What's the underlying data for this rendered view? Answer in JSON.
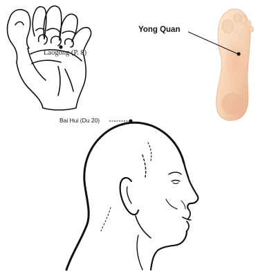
{
  "figure": {
    "panels": [
      {
        "id": "palm",
        "label": "Laogong (P. 8)"
      },
      {
        "id": "sole",
        "label": "Yong Quan"
      },
      {
        "id": "head",
        "label": "Bai Hui (Du 20)"
      }
    ]
  },
  "colors": {
    "ink": "#111111",
    "skin_light": "#fbe3cd",
    "skin_mid": "#f3c7a6",
    "skin_dark": "#e2a485"
  }
}
